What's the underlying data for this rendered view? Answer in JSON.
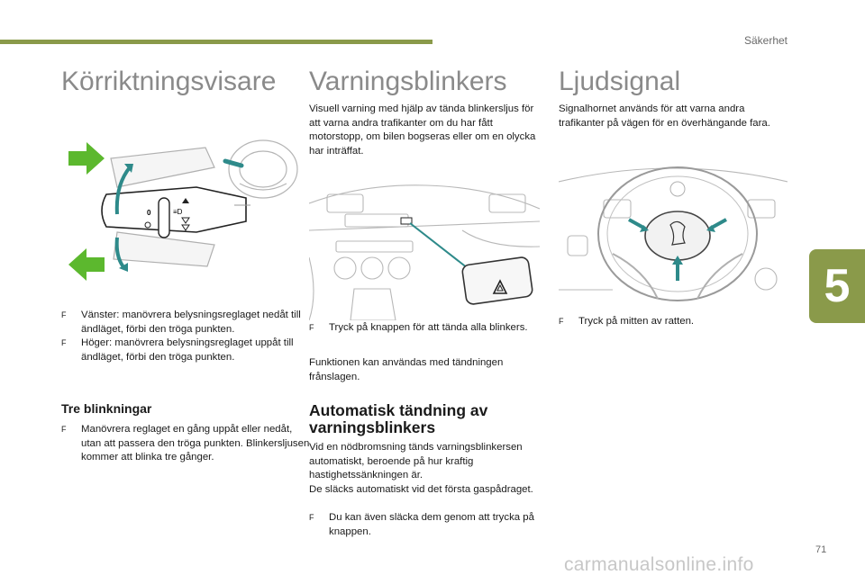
{
  "header": {
    "section": "Säkerhet"
  },
  "chapter": "5",
  "page_number": "71",
  "watermark": "carmanualsonline.info",
  "bullet_symbol": "F",
  "columns": {
    "turn": {
      "title": "Körriktningsvisare",
      "bullets": [
        "Vänster: manövrera belysningsreglaget nedåt till ändläget, förbi den tröga punkten.",
        "Höger: manövrera belysningsreglaget uppåt till ändläget, förbi den tröga punkten."
      ],
      "subheading": "Tre blinkningar",
      "sub_bullet": "Manövrera reglaget en gång uppåt eller nedåt, utan att passera den tröga punkten. Blinkersljusen kommer att blinka tre gånger."
    },
    "hazard": {
      "title": "Varningsblinkers",
      "intro": "Visuell varning med hjälp av tända blinkersljus för att varna andra trafikanter om du har fått motorstopp, om bilen bogseras eller om en olycka har inträffat.",
      "bullet": "Tryck på knappen för att tända alla blinkers.",
      "note": "Funktionen kan användas med tändningen frånslagen.",
      "auto_heading": "Automatisk tändning av varningsblinkers",
      "auto_text_1": "Vid en nödbromsning tänds varningsblinkersen automatiskt, beroende på hur kraftig hastighetssänkningen är.",
      "auto_text_2": "De släcks automatiskt vid det första gaspådraget.",
      "auto_bullet": "Du kan även släcka dem genom att trycka på knappen."
    },
    "horn": {
      "title": "Ljudsignal",
      "intro": "Signalhornet används för att varna andra trafikanter på vägen för en överhängande fara.",
      "bullet": "Tryck på mitten av ratten."
    }
  },
  "colors": {
    "accent": "#8a9a4a",
    "arrow_green": "#5cb82e",
    "arrow_teal": "#2e8a8a"
  }
}
